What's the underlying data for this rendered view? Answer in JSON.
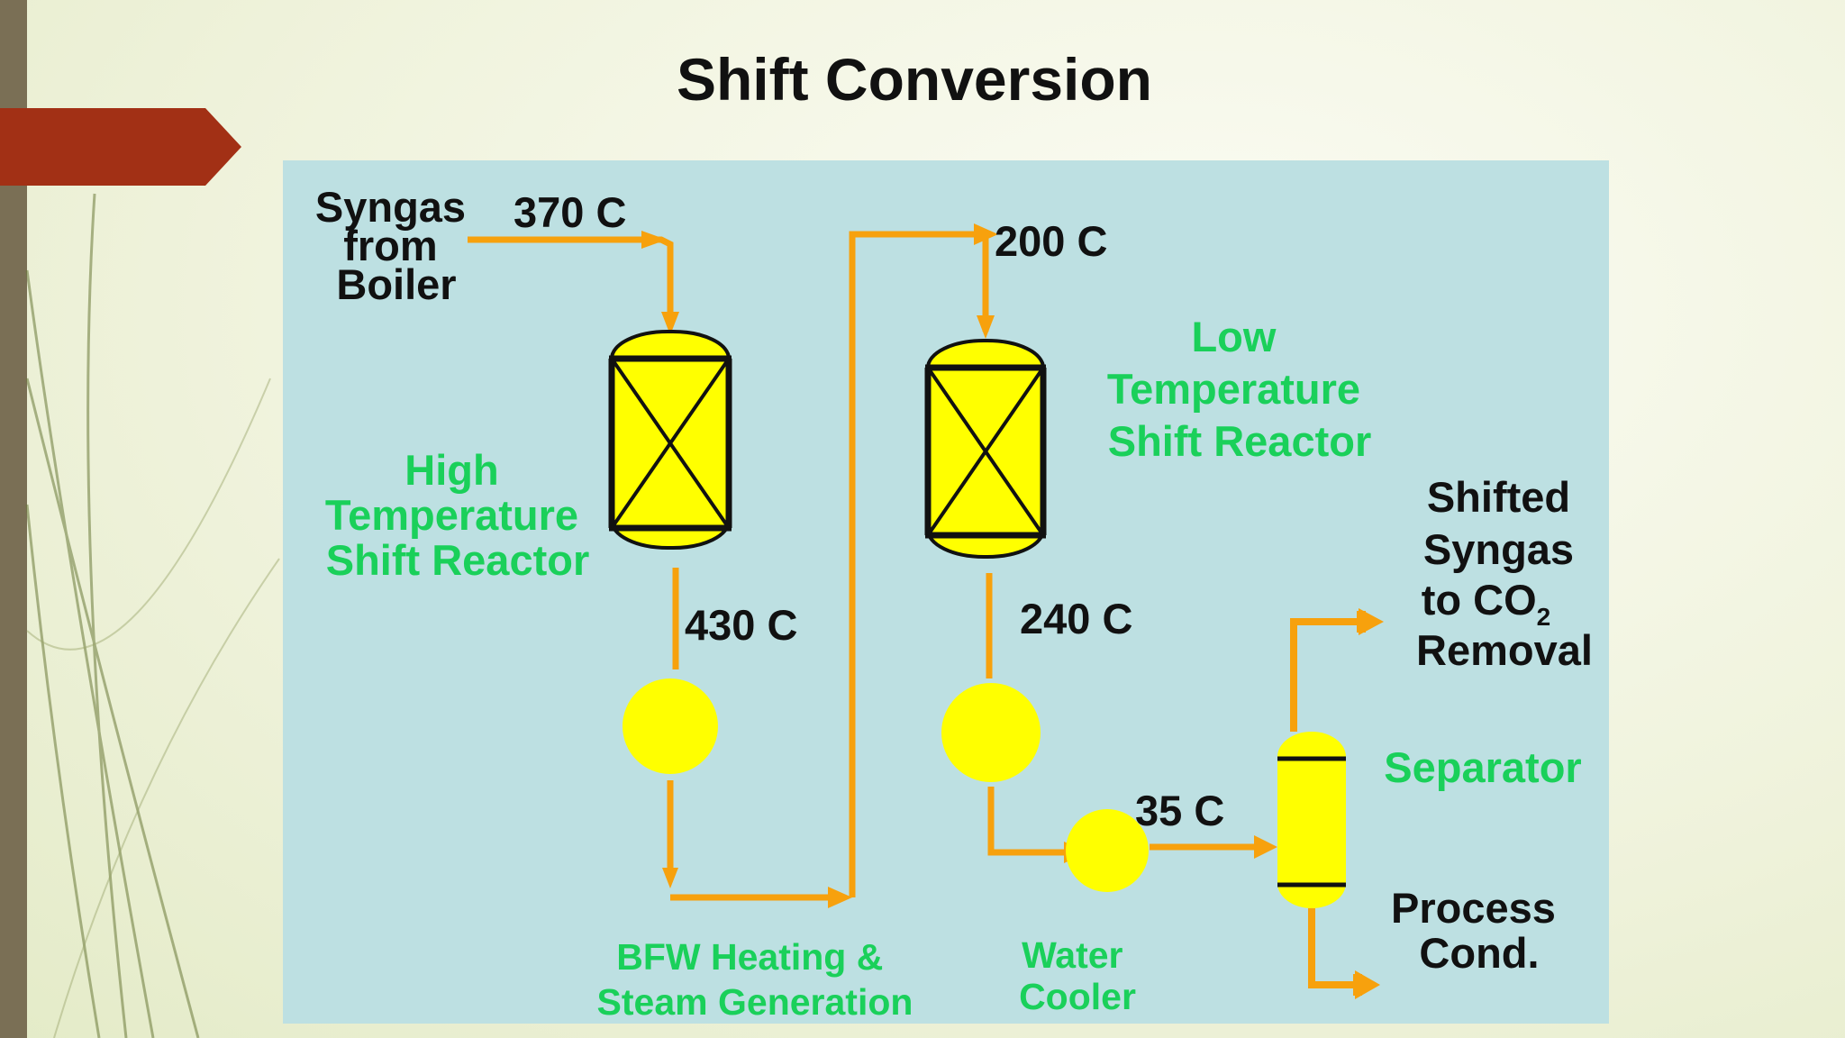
{
  "slide": {
    "title": "Shift Conversion"
  },
  "diagram": {
    "feed_label": [
      "Syngas",
      "from",
      "Boiler"
    ],
    "temp_feed": "370 C",
    "temp_hts_out": "430 C",
    "temp_lts_in": "200 C",
    "temp_lts_out": "240 C",
    "temp_cooler_out": "35 C",
    "hts_label": [
      "High",
      "Temperature",
      "Shift Reactor"
    ],
    "lts_label": [
      "Low",
      "Temperature",
      "Shift Reactor"
    ],
    "bfw_label": [
      "BFW Heating &",
      "Steam Generation"
    ],
    "cooler_label": [
      "Water",
      "Cooler"
    ],
    "separator_label": "Separator",
    "product_label": {
      "line1": "Shifted",
      "line2": "Syngas",
      "line3_main": "to CO",
      "line3_sub": "2",
      "line4": "Removal"
    },
    "condensate_label": [
      "Process",
      "Cond."
    ]
  },
  "colors": {
    "pipe": "#f7a10d",
    "equipment": "#ffff00",
    "label_green": "#1ad05a",
    "panel": "#bde0e2",
    "accent": "#a23015"
  }
}
